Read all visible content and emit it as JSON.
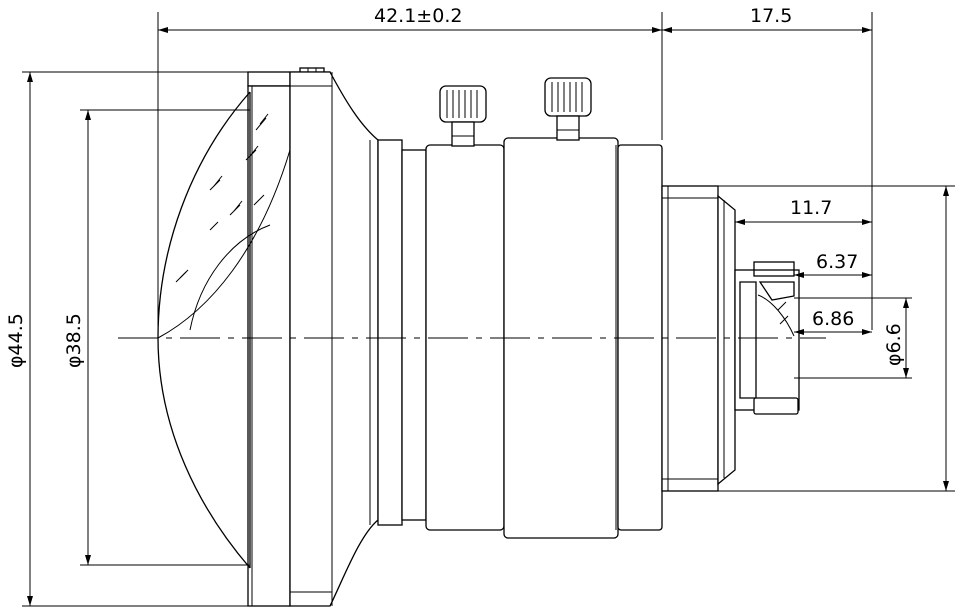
{
  "dimensions": {
    "overall_length": "42.1±0.2",
    "back_focal_length": "17.5",
    "flange_to_rear": "11.7",
    "rear_element_offset_1": "6.37",
    "rear_element_offset_2": "6.86",
    "outer_diameter": "φ44.5",
    "front_lens_diameter": "φ38.5",
    "rear_diameter": "φ6.6"
  },
  "colors": {
    "line": "#000000",
    "background": "#ffffff"
  }
}
